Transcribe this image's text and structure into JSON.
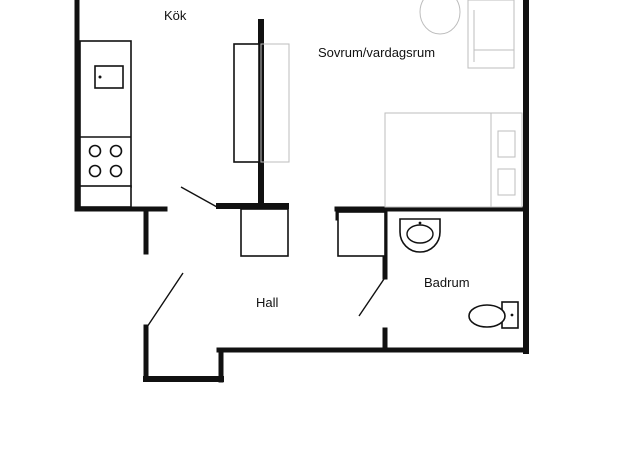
{
  "rooms": {
    "kitchen": "Kök",
    "bedroom_living": "Sovrum/vardagsrum",
    "hall": "Hall",
    "bathroom": "Badrum"
  },
  "colors": {
    "wall": "#111111",
    "furniture_light": "#bdbdbd",
    "background": "#ffffff"
  }
}
